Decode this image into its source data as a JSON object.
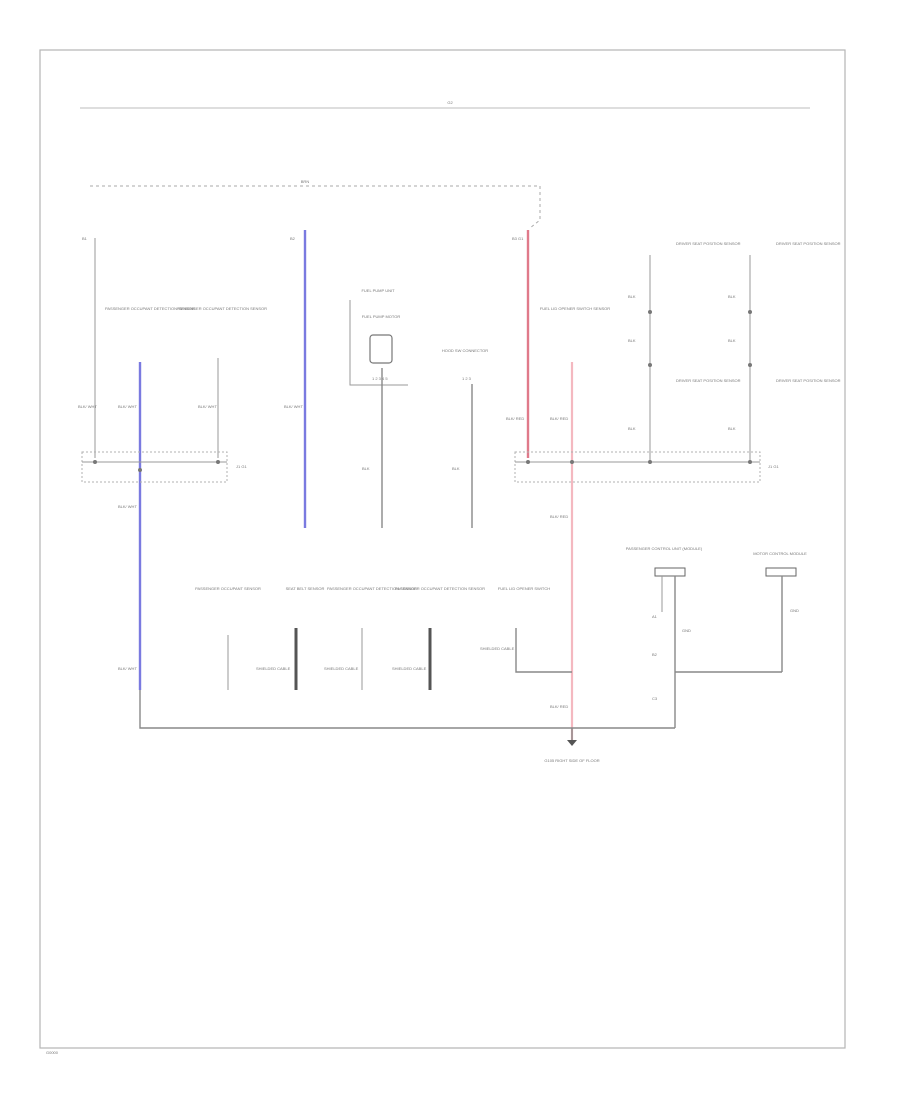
{
  "page": {
    "header_label": "G2",
    "footer_label": "G0000",
    "bus_label": "BRN"
  },
  "colors": {
    "blue_wire": "#7a7ae0",
    "red_wire": "#e07a8a",
    "pink_wire": "#f4b8c0",
    "ground_wire": "#888888"
  },
  "labels": {
    "top_power_1": "B1",
    "top_power_2": "B2",
    "top_power_3": "B3 G1",
    "sensor_pass": "PASSENGER OCCUPANT DETECTION SENSOR",
    "sensor_driver": "PASSENGER OCCUPANT DETECTION SENSOR",
    "fuel_pump_title": "FUEL PUMP UNIT",
    "fuel_pump_label": "FUEL PUMP MOTOR",
    "fuel_pump_conn": "1 2 3 4 5",
    "hood_switch": "HOOD SW CONNECTOR",
    "hood_switch_pins": "1 2 3",
    "fuel_lid_sensor": "FUEL LID OPENER SWITCH SENSOR",
    "seat_switch_1": "DRIVER SEAT POSITION SENSOR",
    "seat_switch_2": "DRIVER SEAT POSITION SENSOR",
    "seat_switch_3": "DRIVER SEAT POSITION SENSOR",
    "seat_switch_4": "DRIVER SEAT POSITION SENSOR",
    "wire_blk_wht": "BLK/ WHT",
    "wire_blk": "BLK",
    "wire_blk_red": "BLK/ RED",
    "junction_left": "J1 G1",
    "junction_right": "J1 G1",
    "lower_comp_1": "PASSENGER OCCUPANT SENSOR",
    "lower_comp_2": "SEAT BELT SENSOR",
    "lower_comp_3": "PASSENGER OCCUPANT DETECTION SENSOR",
    "lower_comp_4": "PASSENGER OCCUPANT DETECTION SENSOR",
    "lower_comp_5": "FUEL LID OPENER SWITCH",
    "lower_comp_6": "PASSENGER CONTROL UNIT (MODULE)",
    "lower_comp_7": "MOTOR CONTROL MODULE",
    "shielded": "SHIELDED CABLE",
    "ground_label": "G105 RIGHT SIDE OF FLOOR",
    "pin_a": "A1",
    "pin_b": "B2",
    "pin_c": "C3",
    "gnd_pin": "GND"
  }
}
